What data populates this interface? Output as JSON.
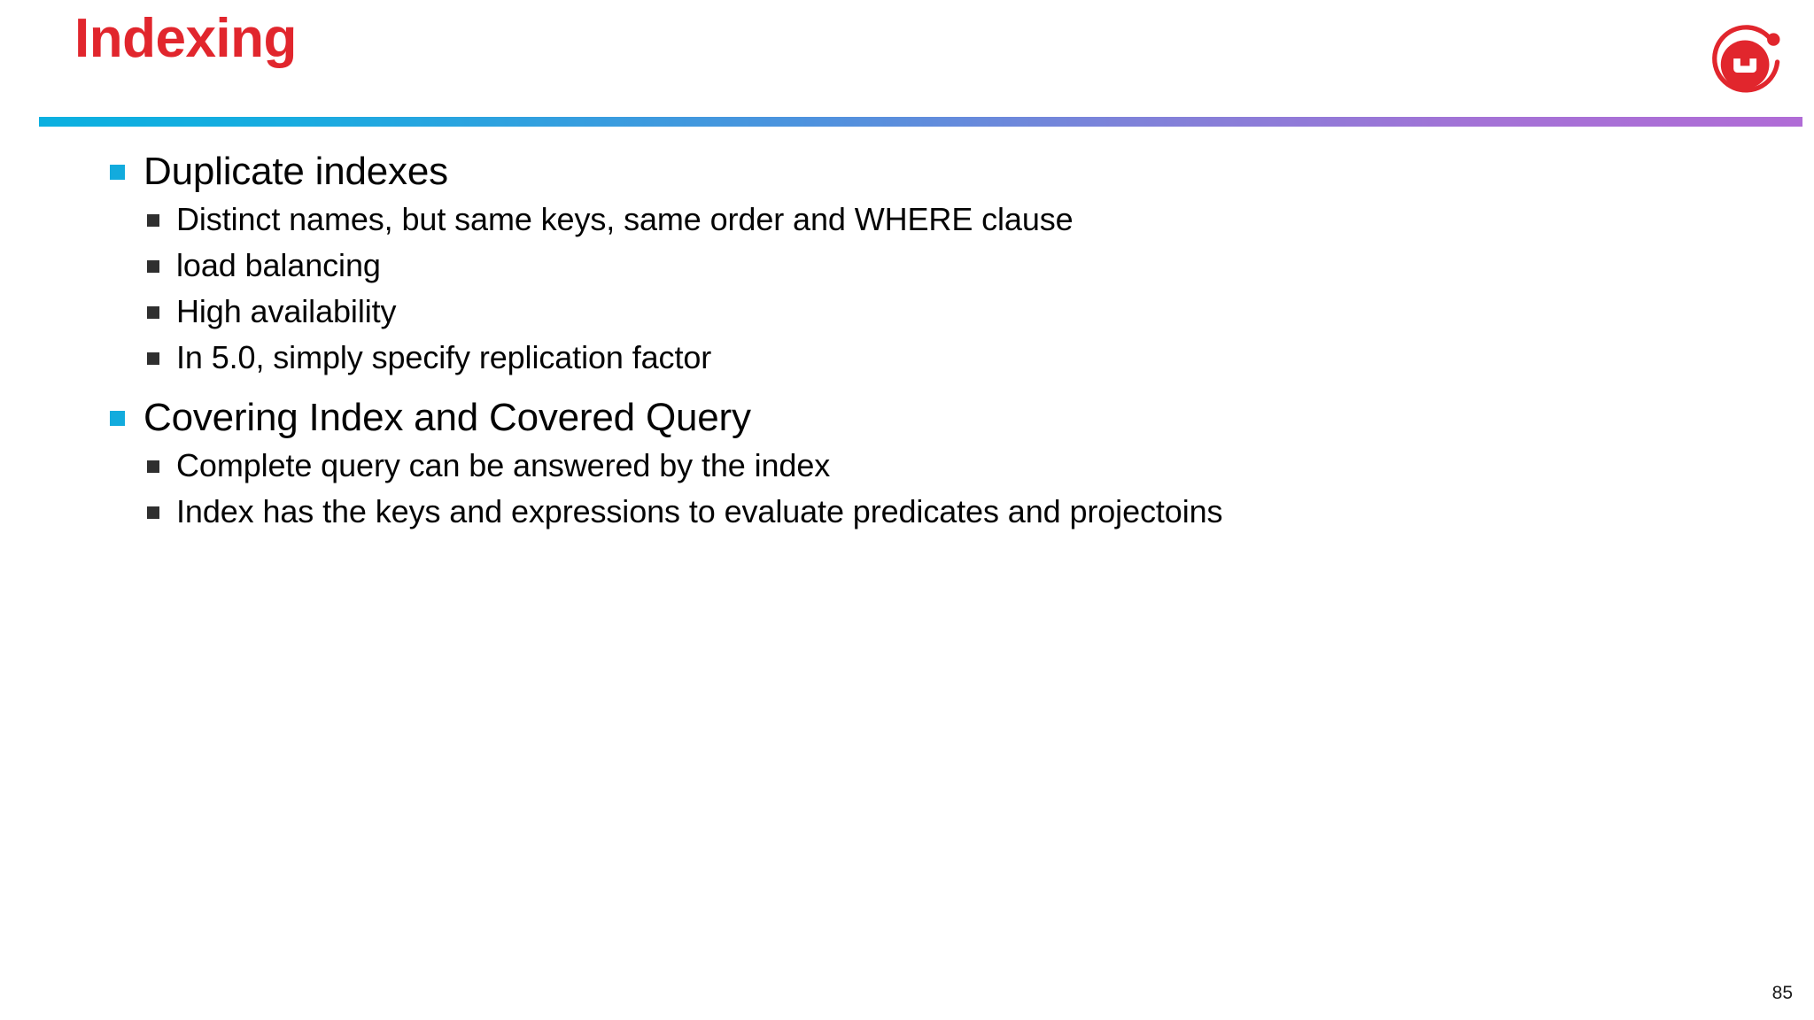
{
  "slide": {
    "title": "Indexing",
    "page_number": "85",
    "title_color": "#e1262d",
    "background_color": "#ffffff",
    "rule": {
      "gradient_start_color": "#0bb0e0",
      "gradient_mid_color": "#6b8ada",
      "gradient_end_color": "#b06cd6"
    }
  },
  "logo": {
    "name": "couchbase-logo",
    "color": "#e1262d"
  },
  "bullets": [
    {
      "level": 1,
      "marker_color": "#12abdd",
      "text": "Duplicate indexes"
    },
    {
      "level": 2,
      "marker_color": "#2f2f2f",
      "text": "Distinct names, but same keys, same order and WHERE clause"
    },
    {
      "level": 2,
      "marker_color": "#2f2f2f",
      "text": "load balancing"
    },
    {
      "level": 2,
      "marker_color": "#2f2f2f",
      "text": "High availability"
    },
    {
      "level": 2,
      "marker_color": "#2f2f2f",
      "text": "In 5.0, simply specify replication factor"
    },
    {
      "level": 1,
      "marker_color": "#12abdd",
      "text": "Covering Index and Covered Query"
    },
    {
      "level": 2,
      "marker_color": "#2f2f2f",
      "text": "Complete query can be answered by the index"
    },
    {
      "level": 2,
      "marker_color": "#2f2f2f",
      "text": "Index has the keys and expressions to evaluate predicates and projectoins"
    }
  ]
}
